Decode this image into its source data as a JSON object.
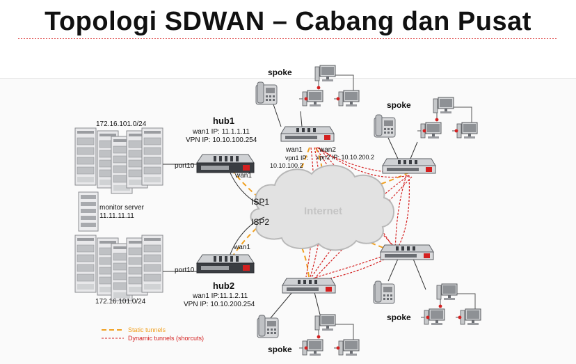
{
  "title": "Topologi SDWAN – Cabang dan Pusat",
  "labels": {
    "subnet_top": "172.16.101.0/24",
    "subnet_bottom": "172.16.101.0/24",
    "monitor_server": "monitor server",
    "monitor_ip": "11.11.11.11",
    "hub1": "hub1",
    "hub1_wan": "wan1 IP: 11.1.1.11",
    "hub1_vpn": "VPN IP: 10.10.100.254",
    "hub2": "hub2",
    "hub2_wan": "wan1 IP:11.1.2.11",
    "hub2_vpn": "VPN IP:  10.10.200.254",
    "port10_top": "port10",
    "port10_bottom": "port10",
    "wan1_hub1": "wan1",
    "wan1_hub2": "wan1",
    "isp1": "ISP1",
    "isp2": "ISP2",
    "internet": "Internet",
    "spoke_top": "spoke",
    "spoke_right_top": "spoke",
    "spoke_right_bottom": "spoke",
    "spoke_bottom": "spoke",
    "wan1_spoke": "wan1",
    "wan2_spoke": "wan2",
    "vpn1_ip": "vpn1 IP:",
    "vpn1_ip_val": "10.10.100.2",
    "vpn2_ip": "vpn2 IP: 10.10.200.2"
  },
  "legend": {
    "static": "Static tunnels",
    "dynamic": "Dynamic tunnels (shorcuts)",
    "static_color": "#f0a020",
    "dynamic_color": "#d42020"
  },
  "colors": {
    "device_dark": "#3a3d42",
    "device_light": "#d9dadc",
    "cloud": "#e4e4e4",
    "accent_red": "#d42020"
  }
}
